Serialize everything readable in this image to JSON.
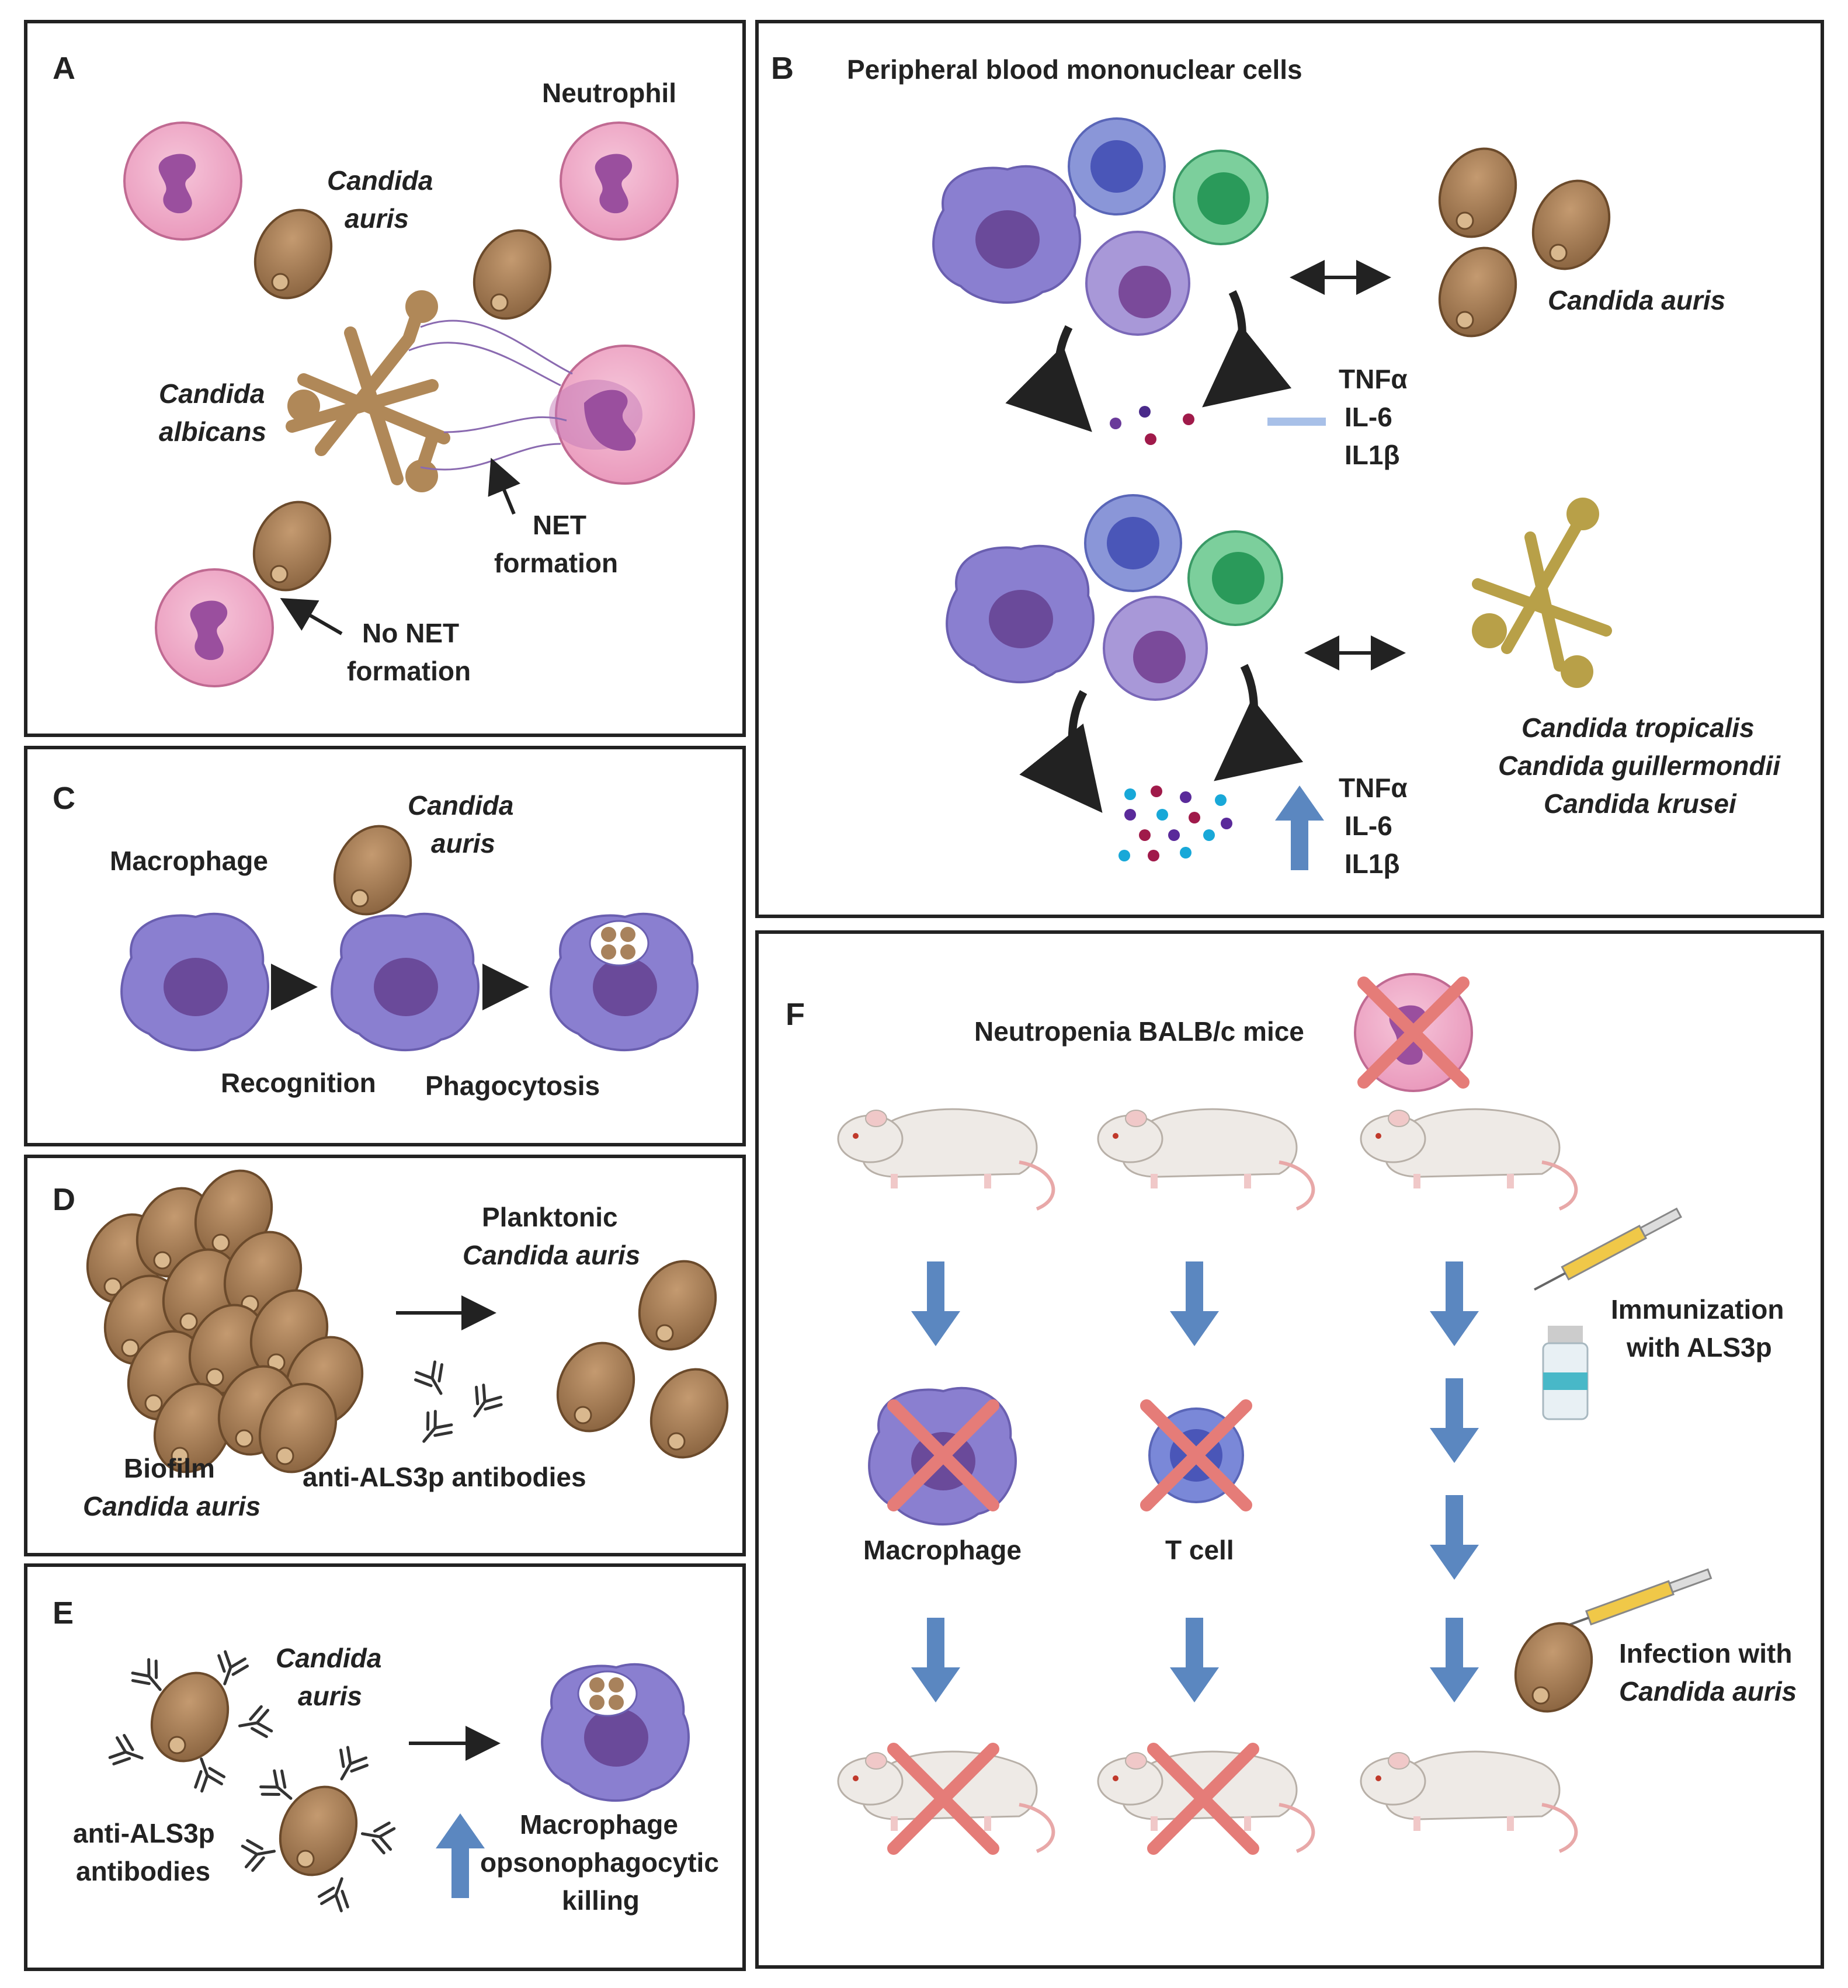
{
  "panels": {
    "A": {
      "letter": "A",
      "neutrophil": "Neutrophil",
      "c_auris_1": "Candida",
      "c_auris_2": "auris",
      "c_albicans_1": "Candida",
      "c_albicans_2": "albicans",
      "net_1": "NET",
      "net_2": "formation",
      "no_net_1": "No NET",
      "no_net_2": "formation"
    },
    "B": {
      "letter": "B",
      "title": "Peripheral blood mononuclear cells",
      "c_auris": "Candida auris",
      "cytokines_top": [
        "TNFα",
        "IL-6",
        "IL1β"
      ],
      "species": [
        "Candida tropicalis",
        "Candida guillermondii",
        "Candida krusei"
      ],
      "cytokines_bottom": [
        "TNFα",
        "IL-6",
        "IL1β"
      ]
    },
    "C": {
      "letter": "C",
      "macrophage": "Macrophage",
      "c_auris_1": "Candida",
      "c_auris_2": "auris",
      "recognition": "Recognition",
      "phagocytosis": "Phagocytosis"
    },
    "D": {
      "letter": "D",
      "planktonic_1": "Planktonic",
      "planktonic_2": "Candida auris",
      "biofilm_1": "Biofilm",
      "biofilm_2": "Candida auris",
      "antibodies": "anti-ALS3p antibodies"
    },
    "E": {
      "letter": "E",
      "c_auris_1": "Candida",
      "c_auris_2": "auris",
      "antibodies_1": "anti-ALS3p",
      "antibodies_2": "antibodies",
      "killing_1": "Macrophage",
      "killing_2": "opsonophagocytic",
      "killing_3": "killing"
    },
    "F": {
      "letter": "F",
      "mice": "Neutropenia BALB/c mice",
      "macrophage": "Macrophage",
      "tcell": "T cell",
      "immunization_1": "Immunization",
      "immunization_2": "with ALS3p",
      "infection_1": "Infection with",
      "infection_2": "Candida auris"
    }
  },
  "colors": {
    "neutrophil": "#f0a8c8",
    "neutrophil_nucleus": "#9a4f9e",
    "macrophage": "#8a7fd0",
    "macrophage_nucleus": "#6a4a9a",
    "yeast": "#a8825c",
    "hyphae": "#c8a878",
    "t_cell": "#6b78d0",
    "b_cell": "#6cc48e",
    "mono": "#9a86c8",
    "arrow_blue": "#5b87c0",
    "cross_red": "#e57c78"
  }
}
